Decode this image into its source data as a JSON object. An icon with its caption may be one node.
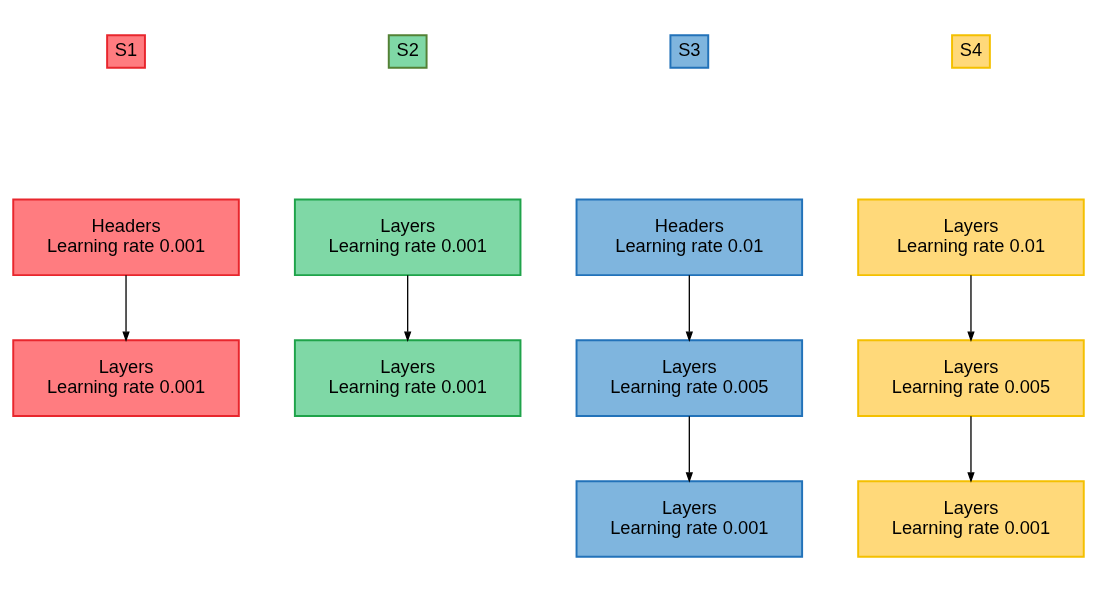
{
  "diagram": {
    "nodes": [
      {
        "text": [
          "S1"
        ]
      },
      {
        "text": [
          "S2"
        ]
      },
      {
        "text": [
          "S3"
        ]
      },
      {
        "text": [
          "S4"
        ]
      },
      {
        "text": [
          "Headers",
          "Learning rate 0.001"
        ]
      },
      {
        "text": [
          "Layers",
          "Learning rate 0.001"
        ]
      },
      {
        "text": [
          "Layers",
          "Learning rate 0.001"
        ]
      },
      {
        "text": [
          "Layers",
          "Learning rate 0.001"
        ]
      },
      {
        "text": [
          "Headers",
          "Learning rate 0.01"
        ]
      },
      {
        "text": [
          "Layers",
          "Learning rate 0.005"
        ]
      },
      {
        "text": [
          "Layers",
          "Learning rate 0.001"
        ]
      },
      {
        "text": [
          "Layers",
          "Learning rate 0.01"
        ]
      },
      {
        "text": [
          "Layers",
          "Learning rate 0.005"
        ]
      },
      {
        "text": [
          "Layers",
          "Learning rate 0.001"
        ]
      }
    ],
    "edges": [
      {
        "from": 4,
        "to": 5,
        "arrow": "to"
      },
      {
        "from": 6,
        "to": 7,
        "arrow": "to"
      },
      {
        "from": 8,
        "to": 9,
        "arrow": "to"
      },
      {
        "from": 9,
        "to": 10,
        "arrow": "to"
      },
      {
        "from": 11,
        "to": 12,
        "arrow": "to"
      },
      {
        "from": 12,
        "to": 13,
        "arrow": "to"
      }
    ]
  }
}
